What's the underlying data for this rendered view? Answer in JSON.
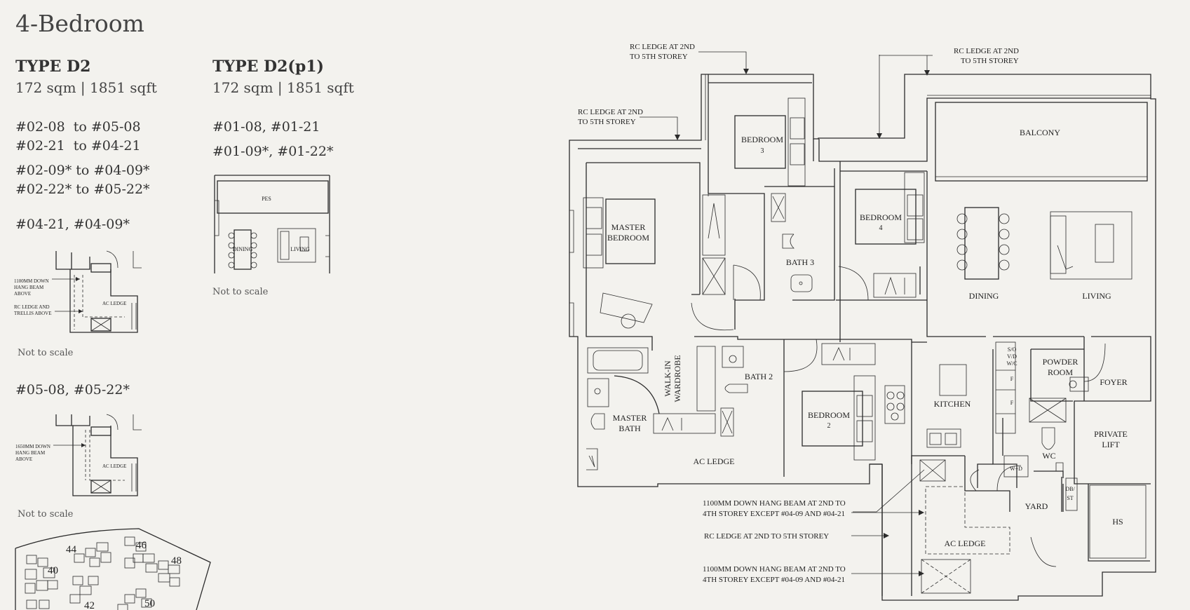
{
  "title": "4-Bedroom",
  "type_a": {
    "name": "TYPE D2",
    "area": "172 sqm | 1851 sqft",
    "units": [
      "#02-08  to #05-08",
      "#02-21  to #04-21",
      "#02-09* to #04-09*",
      "#02-22* to #05-22*"
    ],
    "variant1": {
      "label": "#04-21, #04-09*",
      "notes": [
        "1100MM DOWN",
        "HANG BEAM",
        "ABOVE",
        "RC LEDGE AND",
        "TRELLIS ABOVE"
      ],
      "room": "AC LEDGE",
      "not_to_scale": "Not to scale"
    },
    "variant2": {
      "label": "#05-08, #05-22*",
      "notes": [
        "1650MM DOWN",
        "HANG BEAM",
        "ABOVE"
      ],
      "room": "AC LEDGE",
      "not_to_scale": "Not to scale"
    }
  },
  "type_b": {
    "name": "TYPE D2(p1)",
    "area": "172 sqm | 1851 sqft",
    "units": [
      "#01-08, #01-21",
      "#01-09*, #01-22*"
    ],
    "inset_labels": {
      "pes": "PES",
      "dining": "DINING",
      "living": "LIVING"
    },
    "not_to_scale": "Not to scale"
  },
  "siteplan": {
    "blocks": [
      "44",
      "46",
      "40",
      "48",
      "42",
      "50"
    ]
  },
  "plan": {
    "rooms": {
      "bedroom3": [
        "BEDROOM",
        "3"
      ],
      "bedroom4": [
        "BEDROOM",
        "4"
      ],
      "bedroom2": [
        "BEDROOM",
        "2"
      ],
      "master_bedroom": [
        "MASTER",
        "BEDROOM"
      ],
      "bath3": "BATH 3",
      "bath2": "BATH 2",
      "master_bath": [
        "MASTER",
        "BATH"
      ],
      "walkin": [
        "WALK-IN",
        "WARDROBE"
      ],
      "balcony": "BALCONY",
      "dining": "DINING",
      "living": "LIVING",
      "kitchen": "KITCHEN",
      "powder": [
        "POWDER",
        "ROOM"
      ],
      "foyer": "FOYER",
      "private_lift": [
        "PRIVATE",
        "LIFT"
      ],
      "wc": "WC",
      "wd": "W+D",
      "dbst": [
        "DB/",
        "ST"
      ],
      "yard": "YARD",
      "hs": "HS",
      "ac_ledge_main": "AC LEDGE",
      "ac_ledge_yard": "AC LEDGE",
      "svw": [
        "S/O",
        "V/D",
        "W/C"
      ],
      "f": "F"
    },
    "callouts": {
      "rc_top1": [
        "RC LEDGE AT 2ND",
        "TO 5TH STOREY"
      ],
      "rc_top2": [
        "RC LEDGE AT 2ND",
        "TO 5TH STOREY"
      ],
      "rc_left": [
        "RC LEDGE AT 2ND",
        "TO 5TH STOREY"
      ],
      "beam1": [
        "1100MM DOWN HANG BEAM AT 2ND TO",
        "4TH STOREY EXCEPT #04-09 AND #04-21"
      ],
      "rc_mid": "RC LEDGE AT 2ND TO 5TH STOREY",
      "beam2": [
        "1100MM DOWN HANG BEAM AT 2ND TO",
        "4TH STOREY EXCEPT #04-09 AND #04-21"
      ]
    }
  }
}
